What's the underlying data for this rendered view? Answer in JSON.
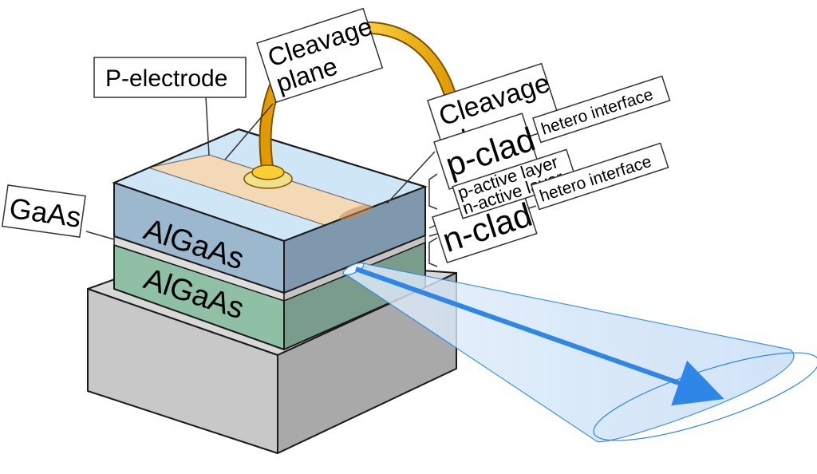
{
  "labels": {
    "p_electrode": "P-electrode",
    "cleavage_plane_top_line1": "Cleavage",
    "cleavage_plane_top_line2": "plane",
    "cleavage_plane_right_line1": "Cleavage",
    "cleavage_plane_right_line2": "plane",
    "gaas": "GaAs",
    "algaas_upper": "AlGaAs",
    "algaas_lower": "AlGaAs",
    "p_clad": "p-clad",
    "p_active_layer": "p-active layer",
    "n_active_layer": "n-active layer",
    "n_clad": "n-clad",
    "hetero_interface_upper": "hetero interface",
    "hetero_interface_lower": "hetero interface"
  },
  "colors": {
    "upper_clad_front": "#9cb8cf",
    "upper_clad_right": "#7f98ad",
    "top_surface": "#cfe6f7",
    "electrode_stripe": "#f3d9b5",
    "active_layer": "#d6d6d6",
    "lower_clad_front": "#8fbfa5",
    "lower_clad_right": "#7a9c8c",
    "substrate_front": "#c8c8c8",
    "substrate_right": "#a9a9a9",
    "substrate_top": "#d8d8d8",
    "wire": "#f2b51a",
    "beam_fill": "#cfe3f7",
    "beam_arrow": "#2e86e6"
  },
  "icons": {
    "wire": "bond-wire",
    "beam": "laser-beam-arrow"
  }
}
